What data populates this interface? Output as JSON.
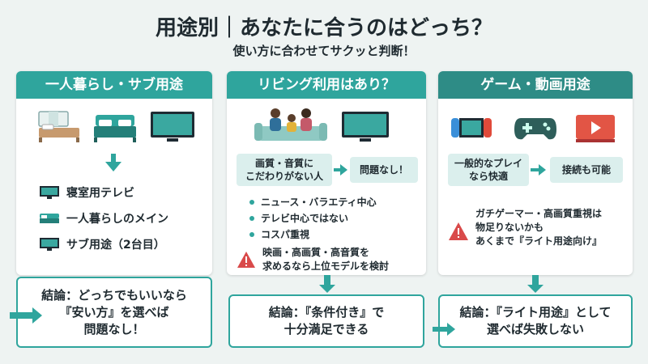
{
  "title": "用途別｜あなたに合うのはどっち？",
  "subtitle": "使い方に合わせてサクッと判断！",
  "colors": {
    "teal": "#2fa59d",
    "teal_dark": "#2e8c86",
    "light": "#dbefed",
    "warn": "#d94a4a"
  },
  "columns": [
    {
      "heading": "一人暮らし・サブ用途",
      "icons": [
        "bed-icon",
        "double-bed-icon",
        "tv-icon"
      ],
      "items": [
        {
          "icon": "tv-icon",
          "label": "寝室用テレビ"
        },
        {
          "icon": "bed-icon",
          "label": "一人暮らしのメイン"
        },
        {
          "icon": "tv-icon",
          "label": "サブ用途（2台目）"
        }
      ],
      "conclusion": "結論：どっちでもいいなら\n『安い方』を選べば\n問題なし！"
    },
    {
      "heading": "リビング利用はあり？",
      "icons": [
        "family-sofa-icon",
        "tv-icon"
      ],
      "condition": "画質・音質に\nこだわりがない人",
      "result": "問題なし！",
      "bullets": [
        "ニュース・バラエティ中心",
        "テレビ中心ではない",
        "コスパ重視"
      ],
      "warning": "映画・高画質・高音質を\n求めるなら上位モデルを検討",
      "conclusion": "結論：『条件付き』で\n十分満足できる"
    },
    {
      "heading": "ゲーム・動画用途",
      "icons": [
        "game-console-icon",
        "gamepad-icon",
        "video-play-icon"
      ],
      "condition": "一般的なプレイ\nなら快適",
      "result": "接続も可能",
      "warning": "ガチゲーマー・高画質重視は\n物足りないかも\nあくまで『ライト用途向け』",
      "conclusion": "結論：『ライト用途』として\n選べば失敗しない"
    }
  ]
}
